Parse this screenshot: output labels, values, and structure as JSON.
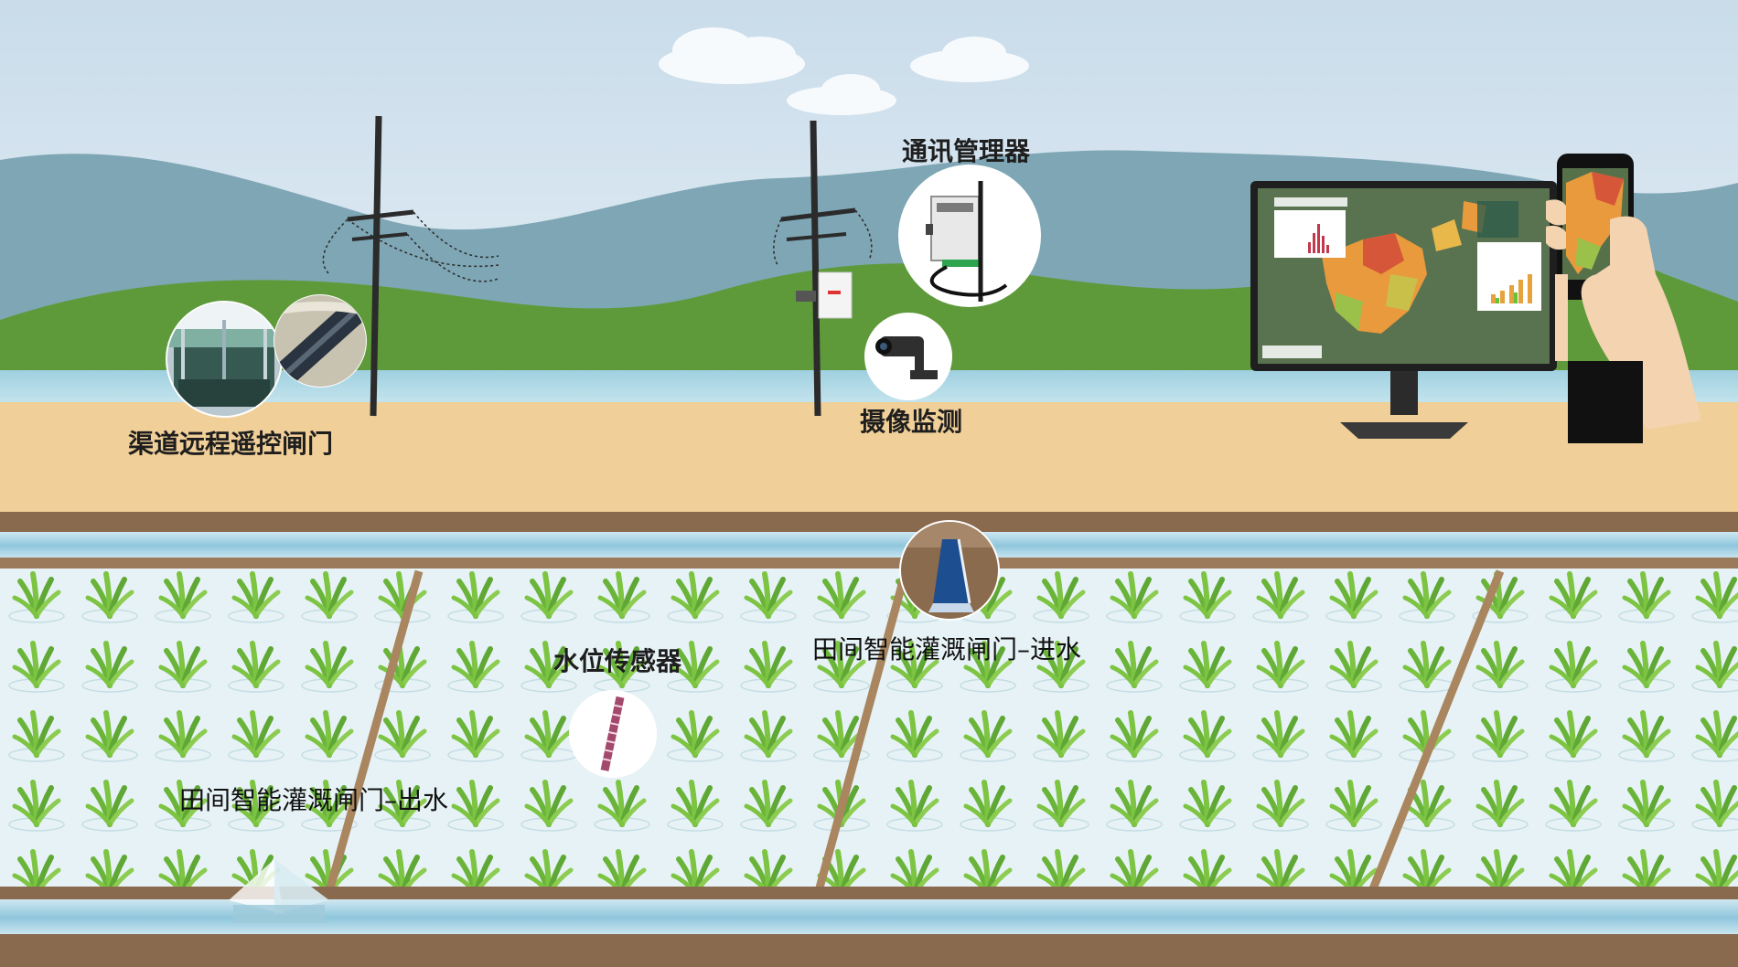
{
  "labels": {
    "channel_gate": "渠道远程遥控闸门",
    "comm_manager": "通讯管理器",
    "camera": "摄像监测",
    "water_sensor": "水位传感器",
    "inlet_gate": "田间智能灌溉闸门–进水",
    "outlet_gate": "田间智能灌溉闸门–出水"
  },
  "colors": {
    "sky": "#dbe8f2",
    "far_hills": "#7ea6b4",
    "near_hills": "#5e9a3a",
    "river": "#a9d5e3",
    "sand": "#f0cf98",
    "dike": "#8a6a4e",
    "field_water": "#e6f2f5",
    "rice": "#6ab43a",
    "pole": "#2b2b2b",
    "monitor": "#1f1f1f"
  },
  "icons": {
    "channel_gate_photo": "sluice-gate-icon",
    "pipe_photo": "pipe-icon",
    "comm_manager_photo": "communication-box-icon",
    "camera_photo": "cctv-camera-icon",
    "water_sensor_photo": "water-level-probe-icon",
    "inlet_gate_photo": "inlet-gate-icon",
    "monitor_dashboard": "gis-dashboard-icon",
    "phone_dashboard": "mobile-app-icon",
    "hand": "hand-icon"
  }
}
